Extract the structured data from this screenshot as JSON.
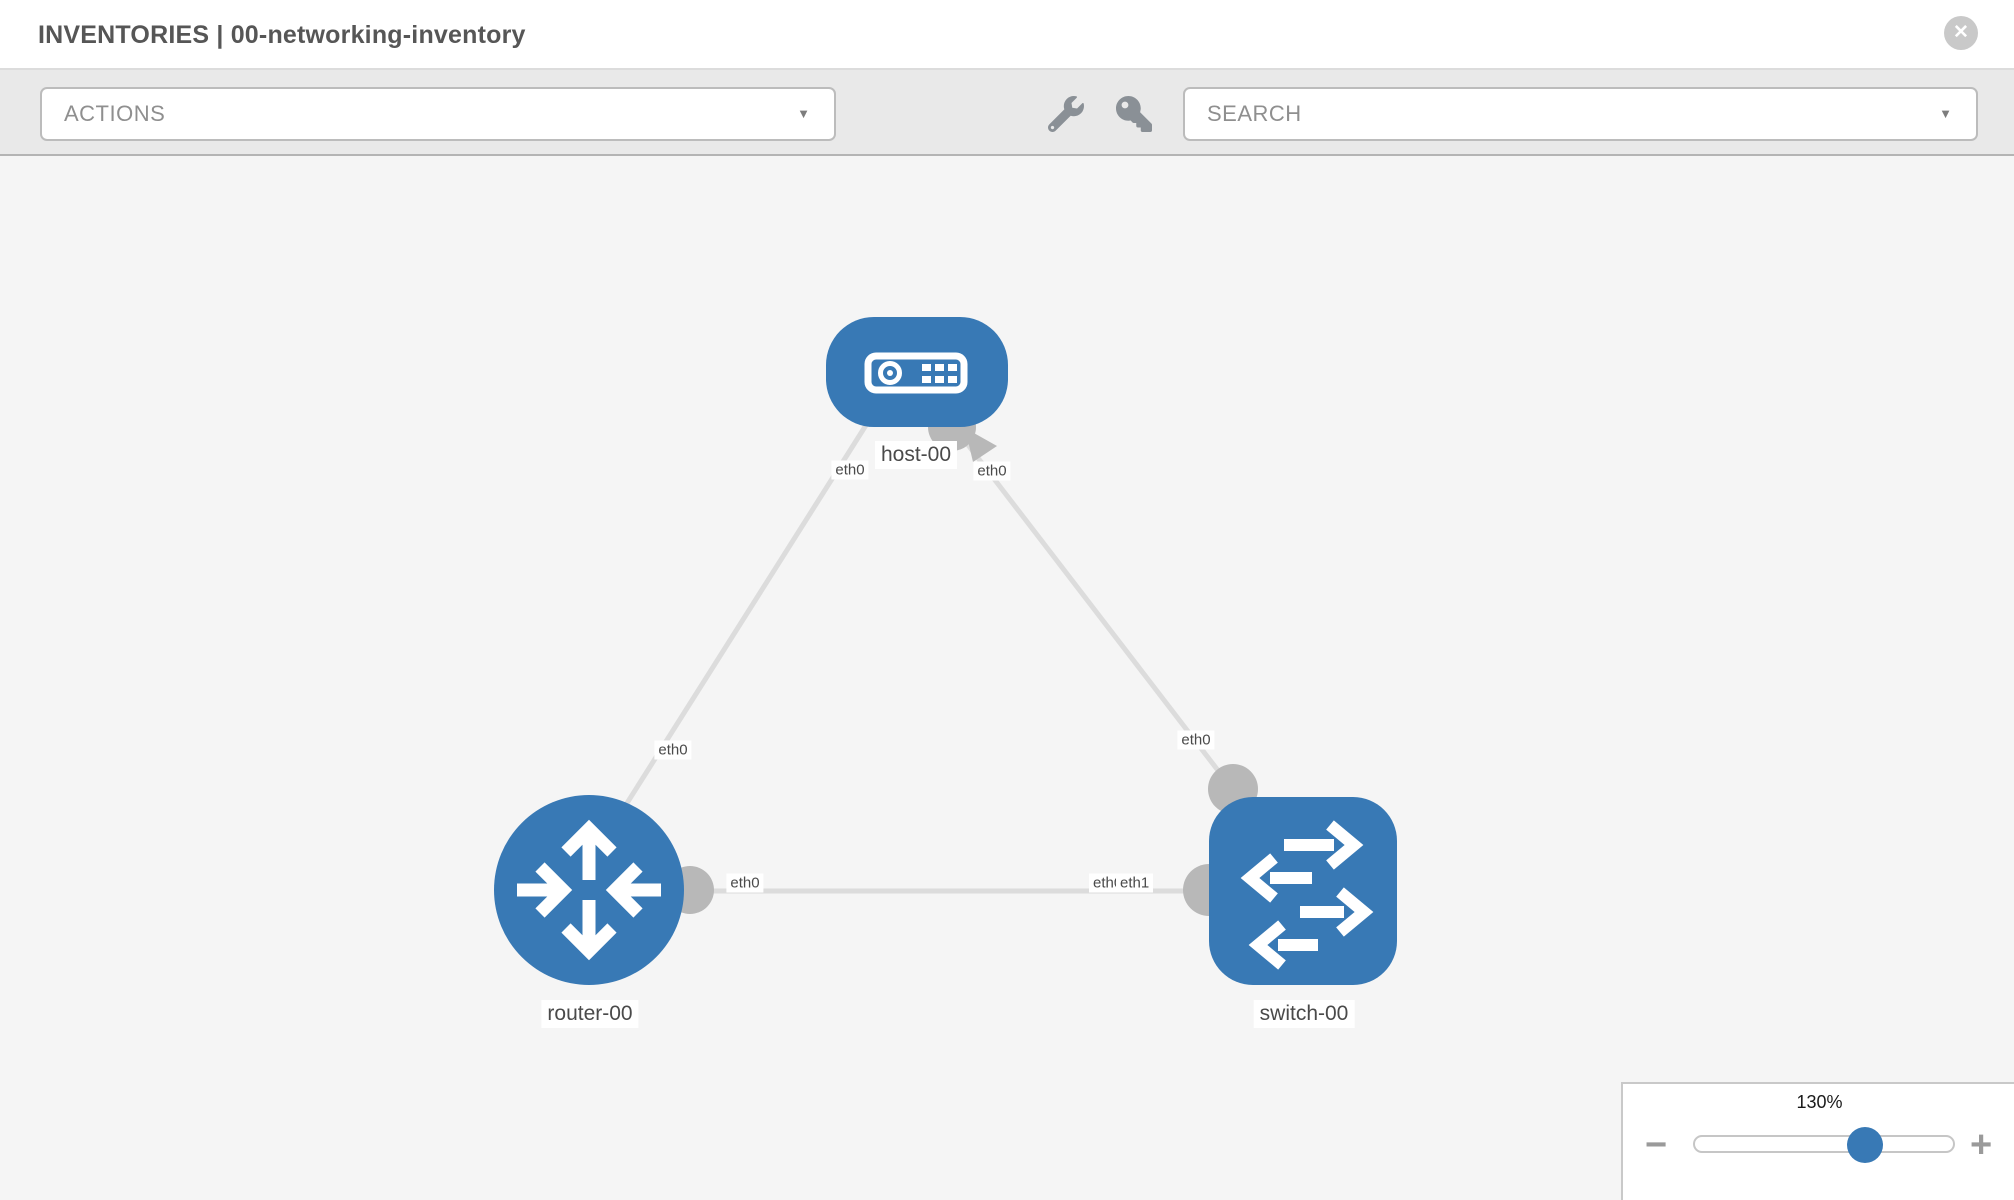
{
  "header": {
    "title": "INVENTORIES | 00-networking-inventory"
  },
  "toolbar": {
    "actions_label": "ACTIONS",
    "search_label": "SEARCH"
  },
  "icons": {
    "close": "✕",
    "caret_down": "▼",
    "zoom_out": "−",
    "zoom_in": "+"
  },
  "topology": {
    "nodes": [
      {
        "label": "host-00",
        "type": "host"
      },
      {
        "label": "router-00",
        "type": "router"
      },
      {
        "label": "switch-00",
        "type": "switch"
      }
    ],
    "links": [
      {
        "source": "host-00",
        "source_interface": "eth0",
        "target": "router-00",
        "target_interface": "eth0"
      },
      {
        "source": "host-00",
        "source_interface": "eth0",
        "target": "switch-00",
        "target_interface": "eth0"
      },
      {
        "source": "router-00",
        "source_interface": "eth0",
        "target": "switch-00",
        "target_interface": "eth1"
      }
    ],
    "overlap_under_label": "eth0"
  },
  "zoom_control": {
    "level": "130%"
  },
  "colors": {
    "node_blue": "#3879b5",
    "link_gray": "#dcdcdc",
    "port_gray": "#b8b8b8",
    "canvas_bg": "#f5f5f5"
  }
}
